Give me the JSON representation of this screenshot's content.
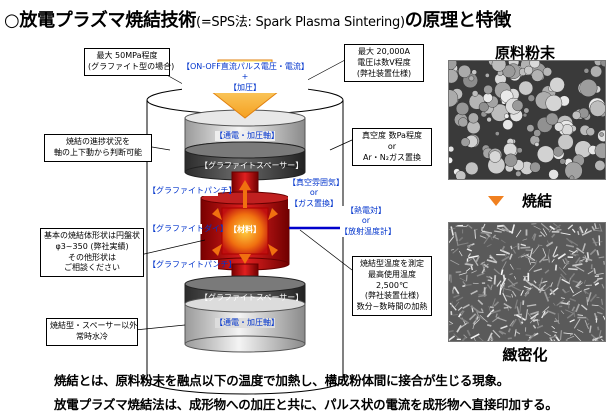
{
  "title": {
    "main_pre": "○放電プラズマ焼結技術",
    "sub": "(=SPS法: Spark Plasma Sintering)",
    "main_post": "の原理と特徴"
  },
  "callouts": {
    "max_pressure": [
      "最大 50MPa程度",
      "(グラファイト型の場合)"
    ],
    "max_current": [
      "最大 20,000A",
      "電圧は数V程度",
      "(弊社装置仕様)"
    ],
    "progress": [
      "焼結の進捗状況を",
      "軸の上下動から判断可能"
    ],
    "vacuum": [
      "真空度 数Pa程度",
      "or",
      "Ar・N₂ガス置換"
    ],
    "shape": [
      "基本の焼結体形状は円盤状",
      "φ3~350 (弊社実績)",
      "その他形状は",
      "ご相談ください"
    ],
    "temperature": [
      "焼結型温度を測定",
      "最高使用温度",
      "2,500℃",
      "(弊社装置仕様)",
      "数分~数時間の加熱"
    ],
    "cooling": [
      "焼結型・スペーサー以外",
      "常時水冷"
    ]
  },
  "labels": {
    "current_top": "【ON-OFF直流パルス電圧・電流】",
    "plus": "+",
    "pressure": "【加圧】",
    "electrode_top": "【通電・加圧軸】",
    "spacer_top": "【グラファイトスペーサー】",
    "punch_top": "【グラファイトパンチ】",
    "die": "【グラファイトダイ】",
    "sample": "【材料】",
    "punch_bottom": "【グラファイトパンチ】",
    "spacer_bottom": "【グラファイトスペーサー】",
    "electrode_bottom": "【通電・加圧軸】",
    "vacuum_atm": "【真空雰囲気】",
    "or1": "or",
    "gas": "【ガス置換】",
    "thermocouple": "【熱電対】",
    "or2": "or",
    "pyrometer": "【放射温度計】"
  },
  "photos": {
    "before_label": "原料粉末",
    "process_label": "焼結",
    "after_label": "緻密化"
  },
  "bottom_text": [
    "焼結とは、原料粉末を融点以下の温度で加熱し、構成粉体間に接合が生じる現象。",
    "放電プラズマ焼結法は、成形物への加圧と共に、パルス状の電流を成形物へ直接印加する。"
  ],
  "colors": {
    "blue_text": "#0033cc",
    "arrow_orange": "#f08020",
    "sample_red": "#cc1010",
    "chamber_blue": "#0000cc"
  }
}
